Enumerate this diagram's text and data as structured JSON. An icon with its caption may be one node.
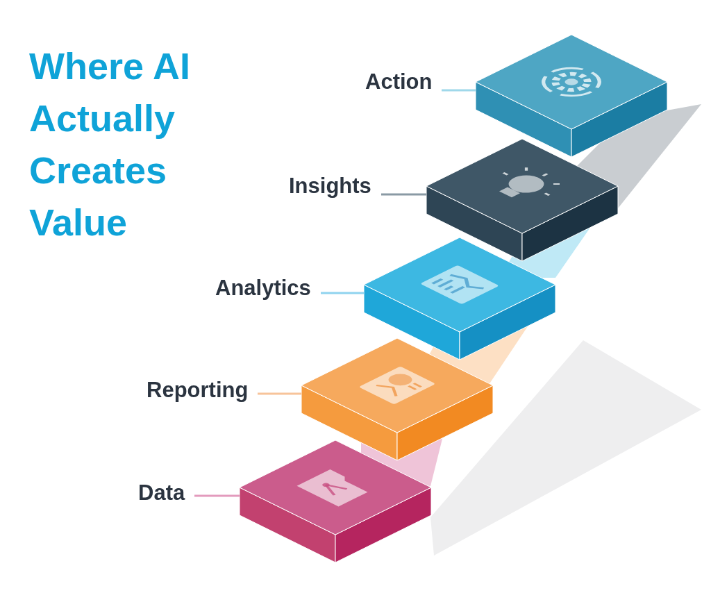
{
  "diagram": {
    "title": "Where AI Actually Creates Value",
    "nodes": [
      {
        "text": [
          "Action"
        ]
      },
      {
        "text": [],
        "shape": "box"
      },
      {
        "text": [
          "Insights"
        ]
      },
      {
        "text": [],
        "shape": "box"
      },
      {
        "text": [
          "Analytics"
        ]
      },
      {
        "text": [],
        "shape": "box"
      },
      {
        "text": [
          "Reporting"
        ]
      },
      {
        "text": [],
        "shape": "box"
      },
      {
        "text": [
          "Data"
        ]
      },
      {
        "text": [],
        "shape": "box"
      }
    ],
    "edges": [
      {
        "from": 0,
        "to": 1,
        "arrow": "none",
        "color": "#9fd8ea"
      },
      {
        "from": 2,
        "to": 3,
        "arrow": "none",
        "color": "#8a9aa4"
      },
      {
        "from": 4,
        "to": 5,
        "arrow": "none",
        "color": "#8fd3ef"
      },
      {
        "from": 6,
        "to": 7,
        "arrow": "none",
        "color": "#f7c49a"
      },
      {
        "from": 8,
        "to": 9,
        "arrow": "none",
        "color": "#e39bbd"
      }
    ]
  }
}
